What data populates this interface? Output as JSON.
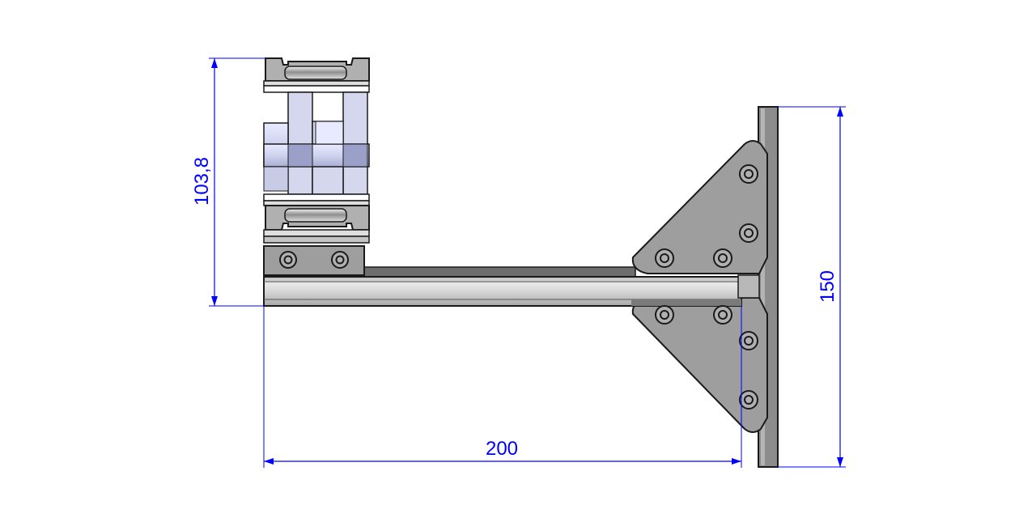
{
  "drawing": {
    "colors": {
      "dimension": "#0000ff",
      "outline": "#1a1a1a",
      "plate": "#9a9a9a",
      "plate_dark": "#6e6e6e",
      "beam": "#c8c8c8",
      "beam_light": "#e4e4e4",
      "roller": "#d4d7ee",
      "roller_shade": "#b7bbd9",
      "bolt": "#b0b0b0"
    },
    "dimensions": {
      "height_label": "103,8",
      "width_label": "200",
      "plate_label": "150"
    }
  }
}
